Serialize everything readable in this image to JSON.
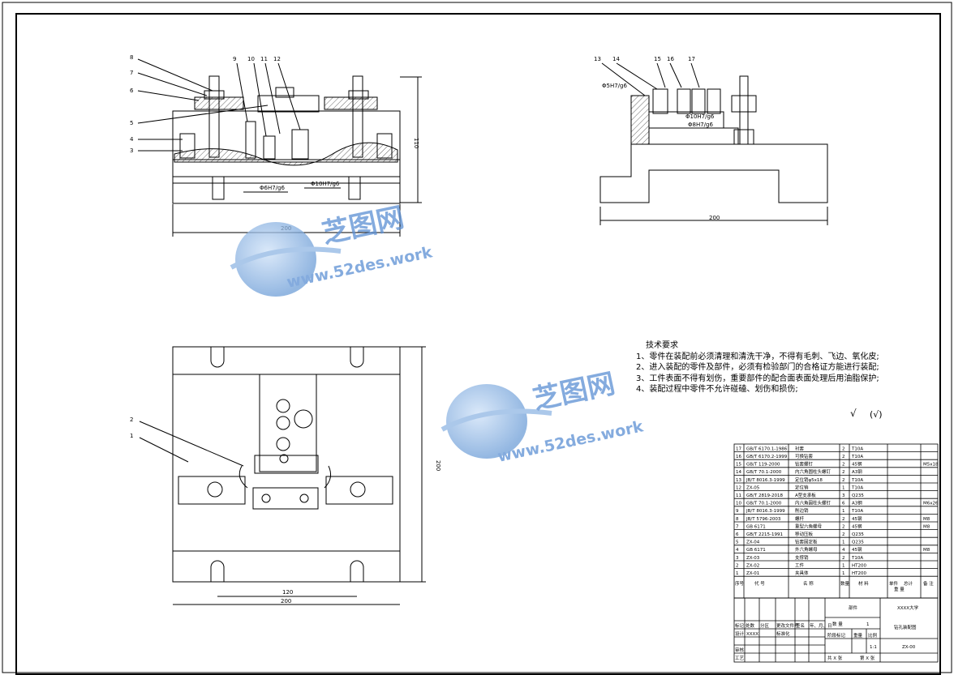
{
  "drawing": {
    "front_view": {
      "balloons": [
        "8",
        "7",
        "6",
        "5",
        "4",
        "3",
        "9",
        "10",
        "11",
        "12"
      ],
      "dims": {
        "width": "200",
        "height": "110",
        "fit_a": "Φ6H7/g6",
        "fit_b": "Φ10H7/g6"
      }
    },
    "side_view": {
      "balloons": [
        "13",
        "14",
        "15",
        "16",
        "17"
      ],
      "dims": {
        "width": "200",
        "fit_a": "Φ5H7/g6",
        "fit_b": "Φ10H7/g6",
        "fit_c": "Φ8H7/g6"
      }
    },
    "top_view": {
      "balloons": [
        "2",
        "1"
      ],
      "dims": {
        "width": "200",
        "slot": "120",
        "height": "200"
      }
    }
  },
  "watermark": {
    "brand": "芝图网",
    "url_top": "www.52des.work",
    "url_bottom": "www.52des.work"
  },
  "tech_notes": {
    "title": "技术要求",
    "items": [
      "1、零件在装配前必须清理和清洗干净，不得有毛刺、飞边、氧化皮;",
      "2、进入装配的零件及部件，必须有检验部门的合格证方能进行装配;",
      "3、工件表面不得有划伤，重要部件的配合面表面处理后用油脂保护;",
      "4、装配过程中零件不允许碰磕、划伤和损伤;"
    ]
  },
  "roughness": {
    "left": "√",
    "right": "(√)"
  },
  "bom": {
    "rows": [
      {
        "no": "17",
        "code": "GB/T 6170.1-1986",
        "name": "衬套",
        "qty": "2",
        "mat": "T10A",
        "note": ""
      },
      {
        "no": "16",
        "code": "GB/T 6170.2-1999",
        "name": "可换钻套",
        "qty": "2",
        "mat": "T10A",
        "note": ""
      },
      {
        "no": "15",
        "code": "GB/T 119-2000",
        "name": "钻套螺钉",
        "qty": "2",
        "mat": "45钢",
        "note": "M5x18"
      },
      {
        "no": "14",
        "code": "GB/T 70.1-2000",
        "name": "内六角圆柱头螺钉",
        "qty": "2",
        "mat": "A3钢",
        "note": ""
      },
      {
        "no": "13",
        "code": "JB/T 8016.3-1999",
        "name": "定位销φ5x18",
        "qty": "2",
        "mat": "T10A",
        "note": ""
      },
      {
        "no": "12",
        "code": "ZX-05",
        "name": "定位销",
        "qty": "1",
        "mat": "T10A",
        "note": ""
      },
      {
        "no": "11",
        "code": "GB/T 2819-2018",
        "name": "A型支承板",
        "qty": "3",
        "mat": "Q235",
        "note": ""
      },
      {
        "no": "10",
        "code": "GB/T 70.1-2000",
        "name": "内六角圆柱头螺钉",
        "qty": "6",
        "mat": "A3钢",
        "note": "M6x26"
      },
      {
        "no": "9",
        "code": "JB/T 8016.3-1999",
        "name": "削边销",
        "qty": "1",
        "mat": "T10A",
        "note": ""
      },
      {
        "no": "8",
        "code": "JB/T 5796-2003",
        "name": "螺杆",
        "qty": "2",
        "mat": "45钢",
        "note": "M8"
      },
      {
        "no": "7",
        "code": "GB 6171",
        "name": "重型六角螺母",
        "qty": "2",
        "mat": "45钢",
        "note": "M8"
      },
      {
        "no": "6",
        "code": "GB/T 2215-1991",
        "name": "移动压板",
        "qty": "2",
        "mat": "Q235",
        "note": ""
      },
      {
        "no": "5",
        "code": "ZX-04",
        "name": "钻套固定板",
        "qty": "1",
        "mat": "Q235",
        "note": ""
      },
      {
        "no": "4",
        "code": "GB 6171",
        "name": "外六角螺母",
        "qty": "4",
        "mat": "45钢",
        "note": "M8"
      },
      {
        "no": "3",
        "code": "ZX-03",
        "name": "支撑销",
        "qty": "2",
        "mat": "T10A",
        "note": ""
      },
      {
        "no": "2",
        "code": "ZX-02",
        "name": "工件",
        "qty": "1",
        "mat": "HT200",
        "note": ""
      },
      {
        "no": "1",
        "code": "ZX-01",
        "name": "夹具体",
        "qty": "1",
        "mat": "HT200",
        "note": ""
      }
    ],
    "header": {
      "no": "序号",
      "code": "代 号",
      "name": "名 称",
      "qty": "数量",
      "mat": "材 料",
      "unit": "单件",
      "total": "总计",
      "wt": "重 量",
      "note": "备 注"
    }
  },
  "title_block": {
    "assembly_label": "部件",
    "university": "XXXX大学",
    "qty_label": "数 量",
    "qty_value": "1",
    "drawing_name": "钻孔装配图",
    "stage_label": "阶段标记",
    "weight_label": "重量",
    "scale_label": "比例",
    "scale_value": "1:1",
    "drawing_no": "ZX-00",
    "sheets": "共 X 张",
    "sheet_no": "第 X 张",
    "rows": [
      "标记",
      "设计",
      "审核",
      "工艺"
    ],
    "cols": [
      "处数",
      "分区",
      "更改文件号",
      "签名",
      "年、月、日"
    ],
    "designer": "XXXX",
    "std_label": "标准化"
  }
}
